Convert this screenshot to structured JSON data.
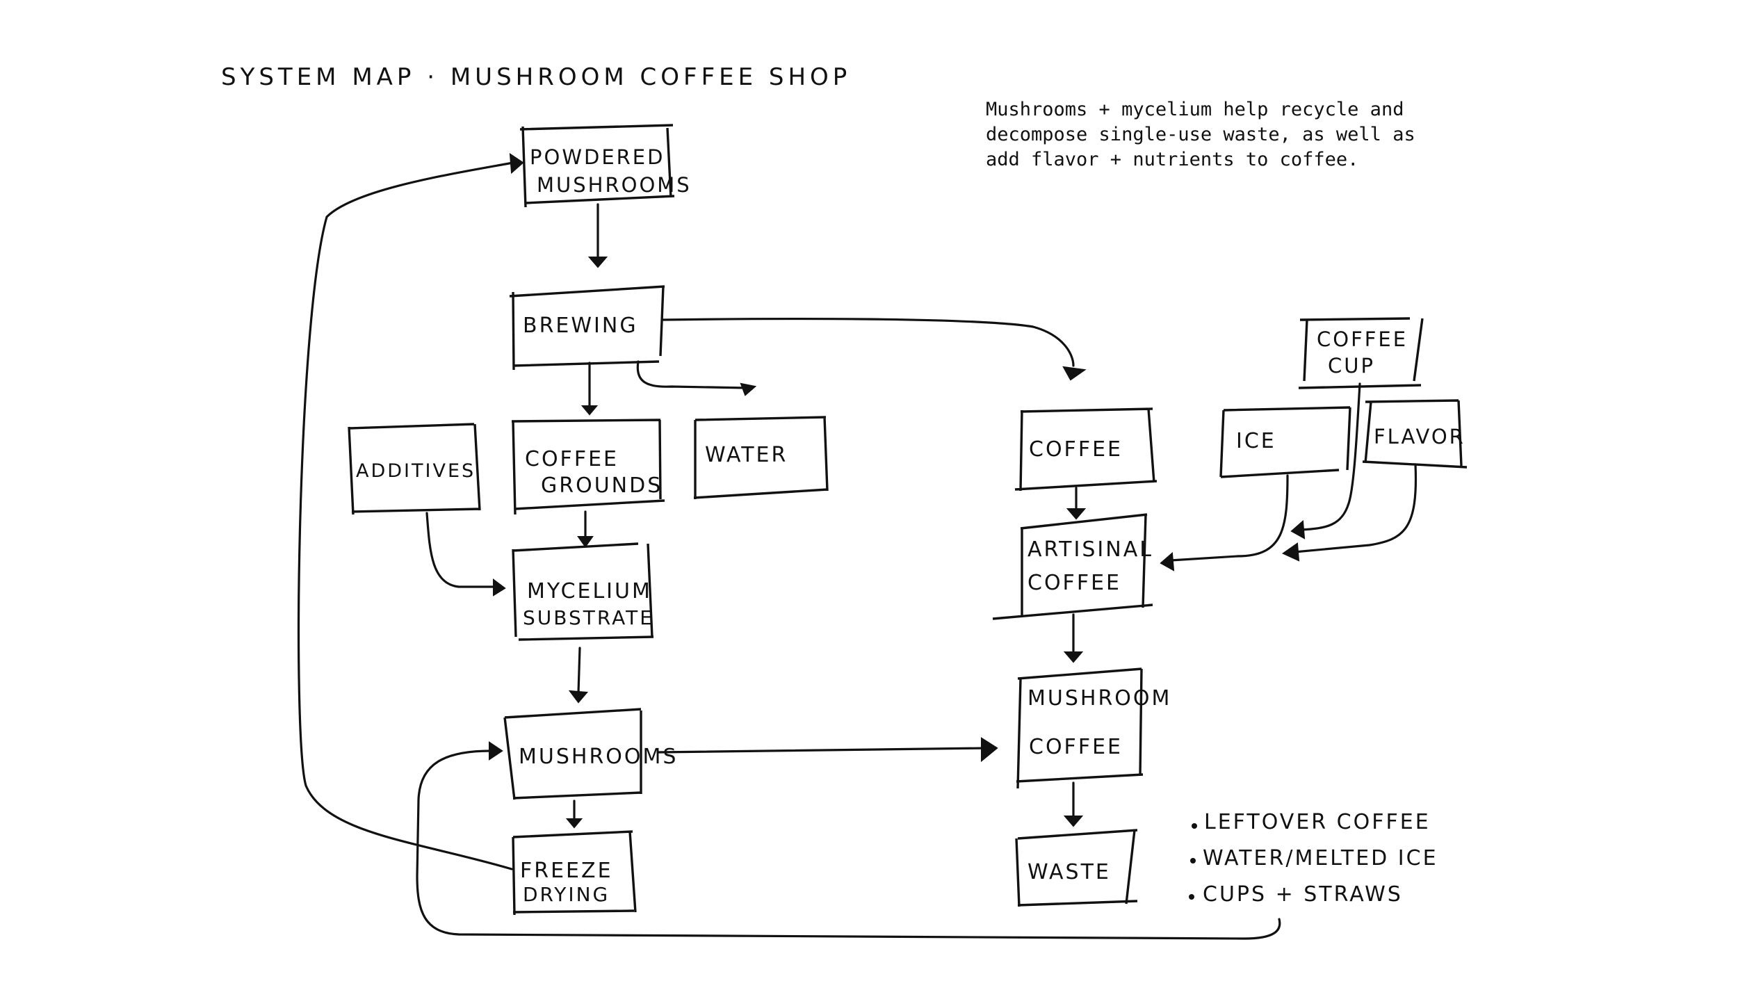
{
  "title": "SYSTEM MAP · MUSHROOM COFFEE SHOP",
  "note": "Mushrooms + mycelium help recycle and\ndecompose single-use waste, as well as\nadd flavor + nutrients to coffee.",
  "nodes": {
    "powdered_mushrooms": [
      "POWDERED",
      "MUSHROOMS"
    ],
    "brewing": [
      "BREWING"
    ],
    "coffee_grounds": [
      "COFFEE",
      "GROUNDS"
    ],
    "water": [
      "WATER"
    ],
    "additives": [
      "ADDITIVES"
    ],
    "mycelium_substrate": [
      "MYCELIUM",
      "SUBSTRATE"
    ],
    "mushrooms": [
      "MUSHROOMS"
    ],
    "freeze_drying": [
      "FREEZE",
      "DRYING"
    ],
    "coffee": [
      "COFFEE"
    ],
    "coffee_cup": [
      "COFFEE",
      "CUP"
    ],
    "ice": [
      "ICE"
    ],
    "flavor": [
      "FLAVOR"
    ],
    "artisinal_coffee": [
      "ARTISINAL",
      "COFFEE"
    ],
    "mushroom_coffee": [
      "MUSHROOM",
      "COFFEE"
    ],
    "waste": [
      "WASTE"
    ]
  },
  "waste_items": [
    "LEFTOVER COFFEE",
    "WATER/MELTED ICE",
    "CUPS + STRAWS"
  ]
}
